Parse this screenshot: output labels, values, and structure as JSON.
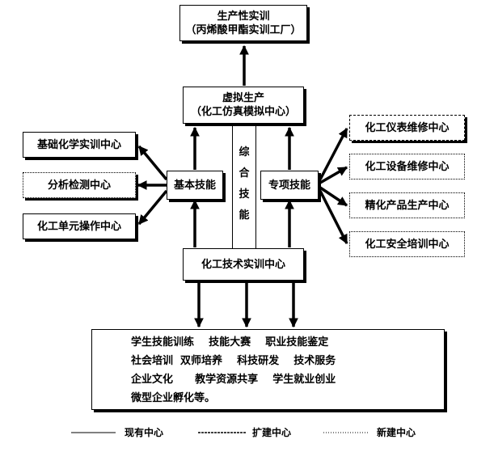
{
  "top_box": {
    "line1": "生产性实训",
    "line2": "（丙烯酸甲酯实训工厂）"
  },
  "virtual_box": {
    "line1": "虚拟生产",
    "line2": "（化工仿真模拟中心）"
  },
  "basic_skills": "基本技能",
  "special_skills": "专项技能",
  "comprehensive_skills": [
    "综",
    "合",
    "技",
    "能"
  ],
  "tech_center": "化工技术实训中心",
  "left_boxes": [
    "基础化学实训中心",
    "分析检测中心",
    "化工单元操作中心"
  ],
  "right_boxes": [
    "化工仪表维修中心",
    "化工设备维修中心",
    "精化产品生产中心",
    "化工安全培训中心"
  ],
  "bottom_lines": [
    "学生技能训练    技能大赛    职业技能鉴定",
    "社会培训  双师培养    科技研发    技术服务",
    "企业文化      教学资源共享    学生就业创业",
    "微型企业孵化等。"
  ],
  "legend": {
    "existing": "现有中心",
    "expanded": "扩建中心",
    "new": "新建中心"
  }
}
